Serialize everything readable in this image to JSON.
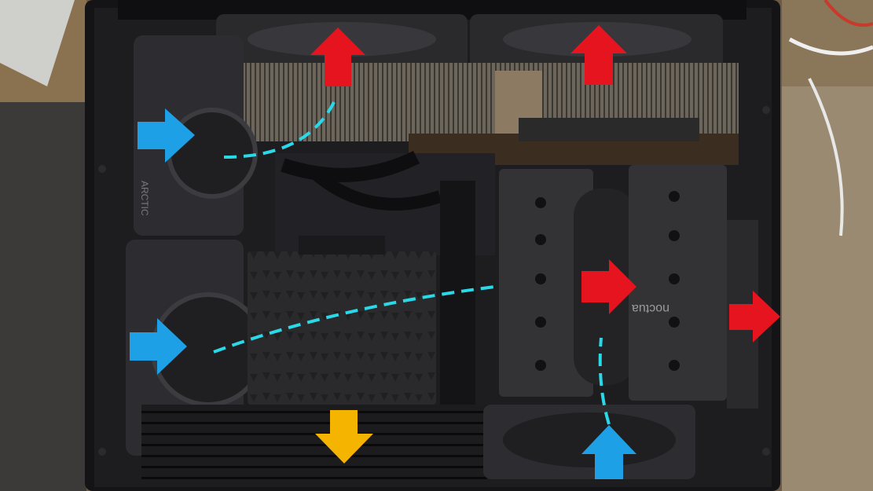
{
  "photo": {
    "cooler_brand": "noctua",
    "fan_brand": "ARCTIC"
  },
  "airflow": {
    "intake_color": "#1ea0e6",
    "exhaust_color": "#e5141e",
    "bottom_exhaust_color": "#f5b400",
    "path_color": "#2ad9e8",
    "arrows": [
      {
        "id": "top-left-exhaust",
        "type": "exhaust",
        "direction": "up"
      },
      {
        "id": "top-right-exhaust",
        "type": "exhaust",
        "direction": "up"
      },
      {
        "id": "cooler-through",
        "type": "exhaust",
        "direction": "right"
      },
      {
        "id": "rear-exhaust",
        "type": "exhaust",
        "direction": "right"
      },
      {
        "id": "front-upper-intake",
        "type": "intake",
        "direction": "right"
      },
      {
        "id": "front-lower-intake",
        "type": "intake",
        "direction": "right"
      },
      {
        "id": "bottom-intake",
        "type": "intake",
        "direction": "up"
      },
      {
        "id": "psu-bottom-exhaust",
        "type": "exhaust",
        "direction": "down"
      }
    ]
  }
}
